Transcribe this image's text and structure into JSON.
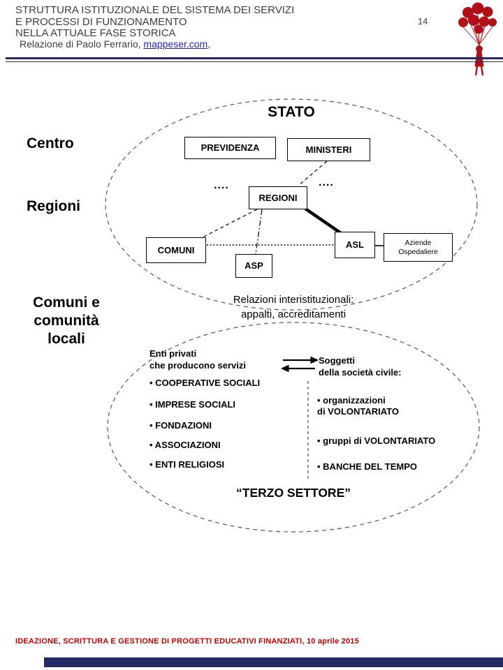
{
  "header": {
    "title": "STRUTTURA ISTITUZIONALE  DEL SISTEMA DEI SERVIZI\nE PROCESSI DI FUNZIONAMENTO\nNELLA ATTUALE  FASE STORICA",
    "byline_prefix": "Relazione di Paolo Ferrario, ",
    "byline_link": "mappeser.com",
    "byline_suffix": ",",
    "page_number": "14"
  },
  "stato": {
    "title": "STATO",
    "previdenza": "PREVIDENZA",
    "ministeri": "MINISTERI",
    "regioni": "REGIONI",
    "comuni": "COMUNI",
    "asp": "ASP",
    "asl": "ASL",
    "aziende": "Aziende\nOspedaliere",
    "dots_left": "....",
    "dots_right": "...."
  },
  "side_labels": {
    "centro": "Centro",
    "regioni": "Regioni",
    "comuni": "Comuni e\ncomunità\nlocali"
  },
  "middle_note": "Relazioni interistituzionali:\nappalti, accreditamenti",
  "terzo_settore": {
    "producers_heading": "Enti privati\nche producono servizi",
    "civil_heading": "Soggetti\ndella società civile:",
    "left_items": [
      "• COOPERATIVE SOCIALI",
      "• IMPRESE SOCIALI",
      "• FONDAZIONI",
      "• ASSOCIAZIONI",
      "• ENTI RELIGIOSI"
    ],
    "right_items": [
      "• organizzazioni\ndi VOLONTARIATO",
      "• gruppi di VOLONTARIATO",
      "• BANCHE DEL TEMPO"
    ],
    "title": "“TERZO SETTORE”"
  },
  "footer": {
    "text": "IDEAZIONE,  SCRITTURA  E GESTIONE  DI PROGETTI  EDUCATIVI  FINANZIATI,  10 aprile  2015"
  },
  "colors": {
    "accent_navy": "#232a63",
    "footer_red": "#c00000",
    "link_blue": "#2323cc",
    "balloon_red": "#b01018"
  }
}
